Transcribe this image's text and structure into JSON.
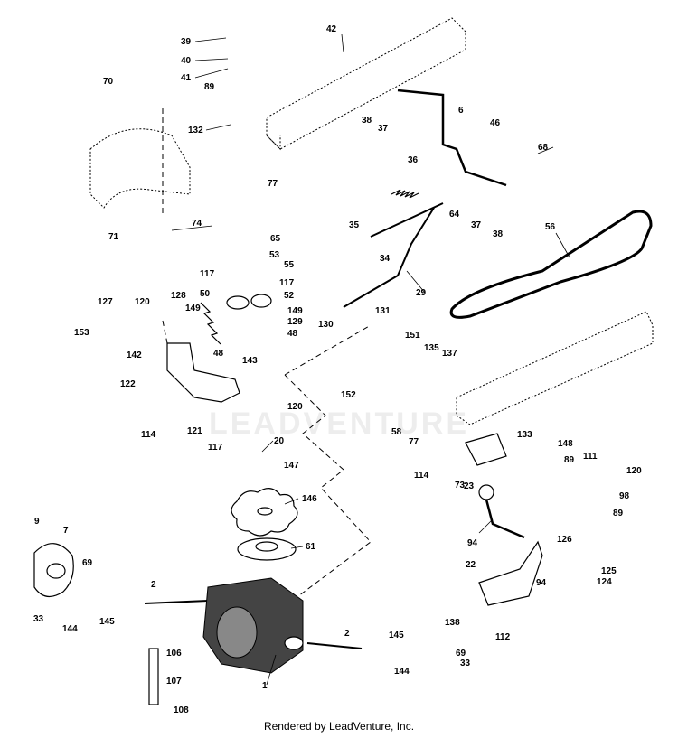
{
  "callouts": [
    "39",
    "40",
    "41",
    "70",
    "89",
    "132",
    "42",
    "38",
    "37",
    "6",
    "46",
    "68",
    "77",
    "36",
    "71",
    "74",
    "35",
    "64",
    "37",
    "38",
    "56",
    "34",
    "29",
    "65",
    "53",
    "55",
    "117",
    "117",
    "50",
    "52",
    "128",
    "149",
    "149",
    "129",
    "48",
    "48",
    "127",
    "120",
    "153",
    "142",
    "143",
    "131",
    "130",
    "151",
    "135",
    "137",
    "122",
    "152",
    "120",
    "114",
    "121",
    "117",
    "58",
    "77",
    "133",
    "148",
    "20",
    "147",
    "111",
    "114",
    "73",
    "89",
    "120",
    "23",
    "98",
    "89",
    "146",
    "9",
    "7",
    "69",
    "61",
    "94",
    "126",
    "125",
    "124",
    "22",
    "94",
    "2",
    "33",
    "144",
    "145",
    "138",
    "112",
    "2",
    "145",
    "69",
    "33",
    "106",
    "144",
    "107",
    "1",
    "108"
  ],
  "watermark": "LEADVENTURE",
  "footer": "Rendered by LeadVenture, Inc."
}
